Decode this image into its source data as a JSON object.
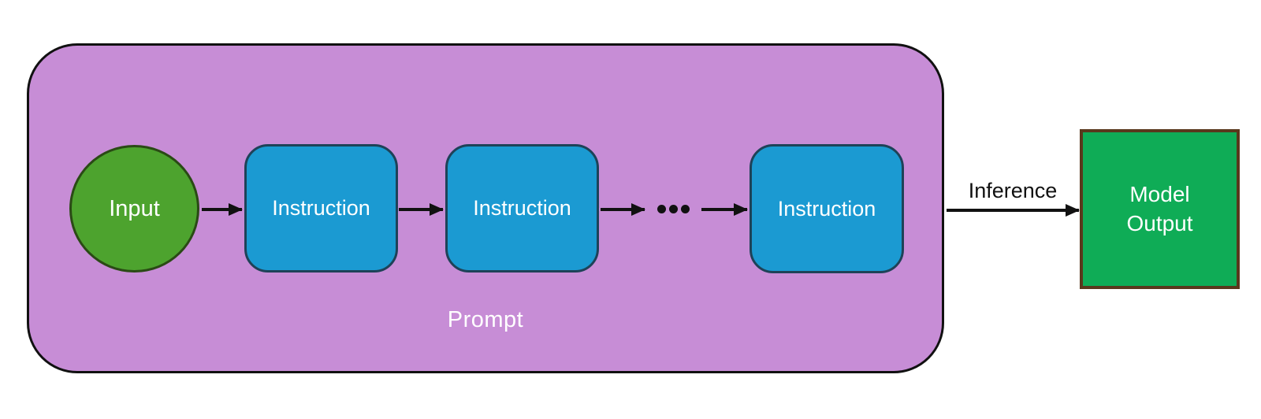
{
  "diagram": {
    "prompt_group": {
      "label": "Prompt",
      "input_node": {
        "label": "Input"
      },
      "instruction_nodes": [
        {
          "label": "Instruction"
        },
        {
          "label": "Instruction"
        },
        {
          "label": "Instruction"
        }
      ]
    },
    "inference_arrow": {
      "label": "Inference"
    },
    "output_node": {
      "label": "Model Output"
    }
  },
  "colors": {
    "prompt-bg": "#C78DD6",
    "prompt-border": "#111111",
    "instruction-bg": "#1B9AD2",
    "instruction-border": "#1E4258",
    "input-bg": "#4DA32E",
    "input-border": "#2A4A15",
    "output-bg": "#0FAC56",
    "output-border": "#59381C",
    "arrow-color": "#111111",
    "text-light": "#FFFFFF",
    "text-dark": "#111111"
  }
}
